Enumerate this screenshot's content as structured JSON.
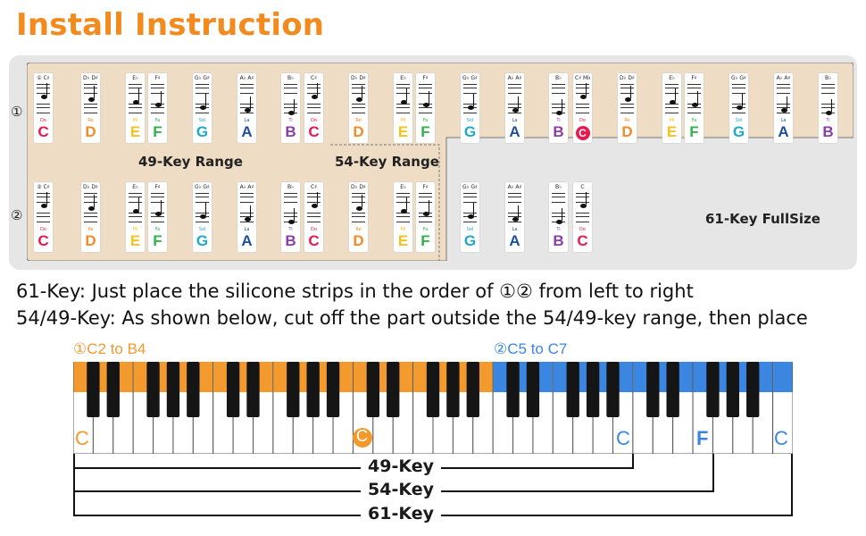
{
  "title": "Install Instruction",
  "row_markers": [
    "①",
    "②"
  ],
  "panel_labels": {
    "range49": "49-Key Range",
    "range54": "54-Key Range",
    "full61": "61-Key FullSize"
  },
  "instructions": [
    "61-Key: Just place the silicone strips in the order of ①② from left to right",
    "54/49-Key: As shown below, cut off the part outside the 54/49-key range, then place"
  ],
  "keyboard_labels": {
    "part1": "①C2 to B4",
    "part2": "②C5 to C7"
  },
  "key_letters": [
    "C",
    "C",
    "C",
    "F",
    "C"
  ],
  "ranges": [
    "49-Key",
    "54-Key",
    "61-Key"
  ],
  "colors": {
    "title": "#f28a1e",
    "orange": "#f39a2f",
    "blue": "#3a86e0",
    "panel": "#e6e6e6",
    "range": "#efdcc4",
    "C": "#e8194f",
    "D": "#f58a27",
    "E": "#f6c21c",
    "F": "#2fb34a",
    "G": "#1fa8c9",
    "A": "#1e4f9e",
    "B": "#8b3ea8"
  },
  "row1_strips": [
    {
      "acc": "① C♯",
      "sol": "Do",
      "letter": "C",
      "color": "C"
    },
    {
      "acc": "D♭ D♯",
      "sol": "Re",
      "letter": "D",
      "color": "D"
    },
    {
      "acc": "E♭",
      "sol": "Mi",
      "letter": "E",
      "color": "E"
    },
    {
      "acc": "F♯",
      "sol": "Fa",
      "letter": "F",
      "color": "F"
    },
    {
      "acc": "G♭ G♯",
      "sol": "Sol",
      "letter": "G",
      "color": "G"
    },
    {
      "acc": "A♭ A♯",
      "sol": "La",
      "letter": "A",
      "color": "A"
    },
    {
      "acc": "B♭",
      "sol": "Ti",
      "letter": "B",
      "color": "B"
    },
    {
      "acc": "C♯",
      "sol": "Do",
      "letter": "C",
      "color": "C"
    },
    {
      "acc": "D♭ D♯",
      "sol": "Re",
      "letter": "D",
      "color": "D"
    },
    {
      "acc": "E♭",
      "sol": "Mi",
      "letter": "E",
      "color": "E"
    },
    {
      "acc": "F♯",
      "sol": "Fa",
      "letter": "F",
      "color": "F"
    },
    {
      "acc": "G♭ G♯",
      "sol": "Sol",
      "letter": "G",
      "color": "G"
    },
    {
      "acc": "A♭ A♯",
      "sol": "La",
      "letter": "A",
      "color": "A"
    },
    {
      "acc": "B♭",
      "sol": "Ti",
      "letter": "B",
      "color": "B"
    },
    {
      "acc": "C♯ Middle C",
      "sol": "Do",
      "letter": "C",
      "color": "C",
      "circled": true
    },
    {
      "acc": "D♭ D♯",
      "sol": "Re",
      "letter": "D",
      "color": "D"
    },
    {
      "acc": "E♭",
      "sol": "Mi",
      "letter": "E",
      "color": "E"
    },
    {
      "acc": "F♯",
      "sol": "Fa",
      "letter": "F",
      "color": "F"
    },
    {
      "acc": "G♭ G♯",
      "sol": "Sol",
      "letter": "G",
      "color": "G"
    },
    {
      "acc": "A♭ A♯",
      "sol": "La",
      "letter": "A",
      "color": "A"
    },
    {
      "acc": "B♭",
      "sol": "Ti",
      "letter": "B",
      "color": "B"
    }
  ],
  "row2_strips": [
    {
      "acc": "② C♯",
      "sol": "Do",
      "letter": "C",
      "color": "C"
    },
    {
      "acc": "D♭ D♯",
      "sol": "Re",
      "letter": "D",
      "color": "D"
    },
    {
      "acc": "E♭",
      "sol": "Mi",
      "letter": "E",
      "color": "E"
    },
    {
      "acc": "F♯",
      "sol": "Fa",
      "letter": "F",
      "color": "F"
    },
    {
      "acc": "G♭ G♯",
      "sol": "Sol",
      "letter": "G",
      "color": "G"
    },
    {
      "acc": "A♭ A♯",
      "sol": "La",
      "letter": "A",
      "color": "A"
    },
    {
      "acc": "B♭",
      "sol": "Ti",
      "letter": "B",
      "color": "B"
    },
    {
      "acc": "C♯",
      "sol": "Do",
      "letter": "C",
      "color": "C"
    },
    {
      "acc": "D♭ D♯",
      "sol": "Re",
      "letter": "D",
      "color": "D"
    },
    {
      "acc": "E♭",
      "sol": "Mi",
      "letter": "E",
      "color": "E"
    },
    {
      "acc": "F♯",
      "sol": "Fa",
      "letter": "F",
      "color": "F"
    },
    {
      "acc": "G♭ G♯",
      "sol": "Sol",
      "letter": "G",
      "color": "G"
    },
    {
      "acc": "A♭ A♯",
      "sol": "La",
      "letter": "A",
      "color": "A"
    },
    {
      "acc": "B♭",
      "sol": "Ti",
      "letter": "B",
      "color": "B"
    },
    {
      "acc": "C",
      "sol": "Do",
      "letter": "C",
      "color": "C"
    }
  ]
}
